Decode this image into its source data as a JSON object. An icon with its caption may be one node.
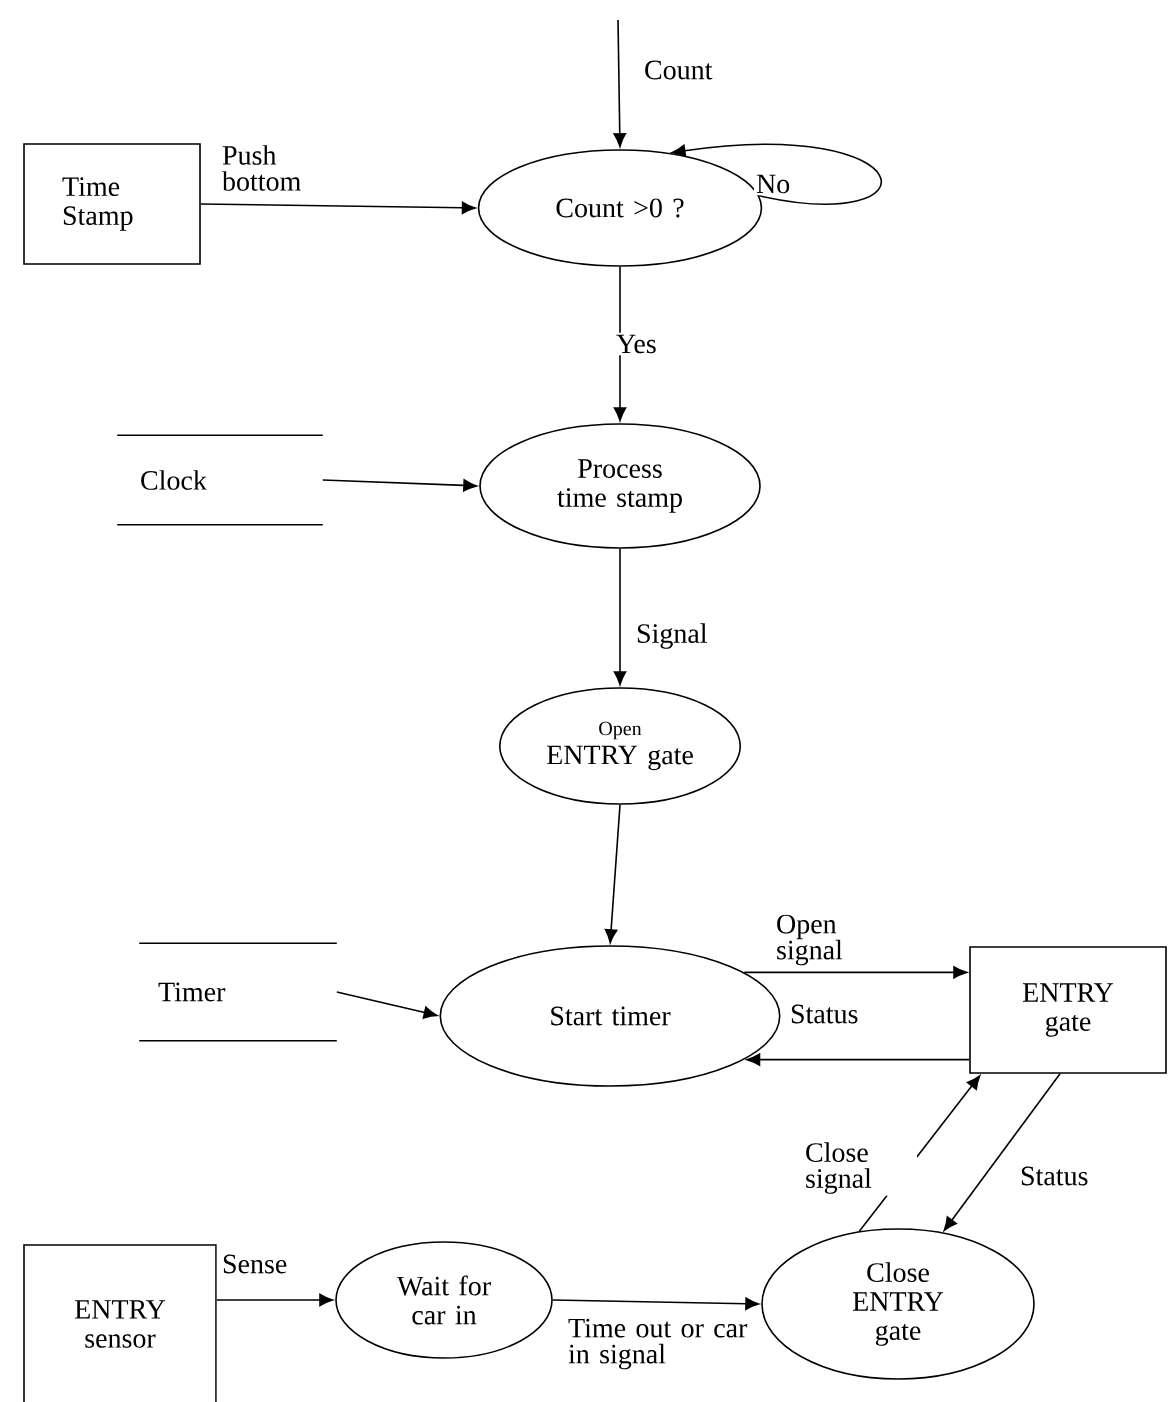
{
  "diagram": {
    "nodes": [
      {
        "text": [
          "Time Stamp"
        ]
      },
      {
        "text": [
          "Count >0 ?"
        ]
      },
      {
        "text": [
          "Clock"
        ]
      },
      {
        "text": [
          "Process time stamp"
        ]
      },
      {
        "text": [
          "Open",
          "ENTRY gate"
        ]
      },
      {
        "text": [
          "Timer"
        ]
      },
      {
        "text": [
          "Start timer"
        ]
      },
      {
        "text": [
          "ENTRY gate"
        ]
      },
      {
        "text": [
          "ENTRY sensor"
        ]
      },
      {
        "text": [
          "Wait for car in"
        ]
      },
      {
        "text": [
          "Close ENTRY gate"
        ]
      }
    ],
    "edges": [
      {
        "from": null,
        "to": 1,
        "arrow": "to",
        "label": "Count"
      },
      {
        "from": 0,
        "to": 1,
        "arrow": "to",
        "label": "Push bottom"
      },
      {
        "from": 1,
        "to": 1,
        "arrow": "to",
        "label": "No"
      },
      {
        "from": 1,
        "to": 3,
        "arrow": "to",
        "label": "Yes"
      },
      {
        "from": 2,
        "to": 3,
        "arrow": "to"
      },
      {
        "from": 3,
        "to": 4,
        "arrow": "to",
        "label": "Signal"
      },
      {
        "from": 4,
        "to": 6,
        "arrow": "to"
      },
      {
        "from": 5,
        "to": 6,
        "arrow": "to"
      },
      {
        "from": 6,
        "to": 7,
        "arrow": "to",
        "label": "Open signal"
      },
      {
        "from": 7,
        "to": 6,
        "arrow": "to",
        "label": "Status"
      },
      {
        "from": 10,
        "to": 7,
        "arrow": "to",
        "label": "Close signal"
      },
      {
        "from": 7,
        "to": 10,
        "arrow": "to",
        "label": "Status"
      },
      {
        "from": 8,
        "to": 9,
        "arrow": "to",
        "label": "Sense"
      },
      {
        "from": 9,
        "to": 10,
        "arrow": "to",
        "label": "Time out or car in signal"
      }
    ]
  }
}
